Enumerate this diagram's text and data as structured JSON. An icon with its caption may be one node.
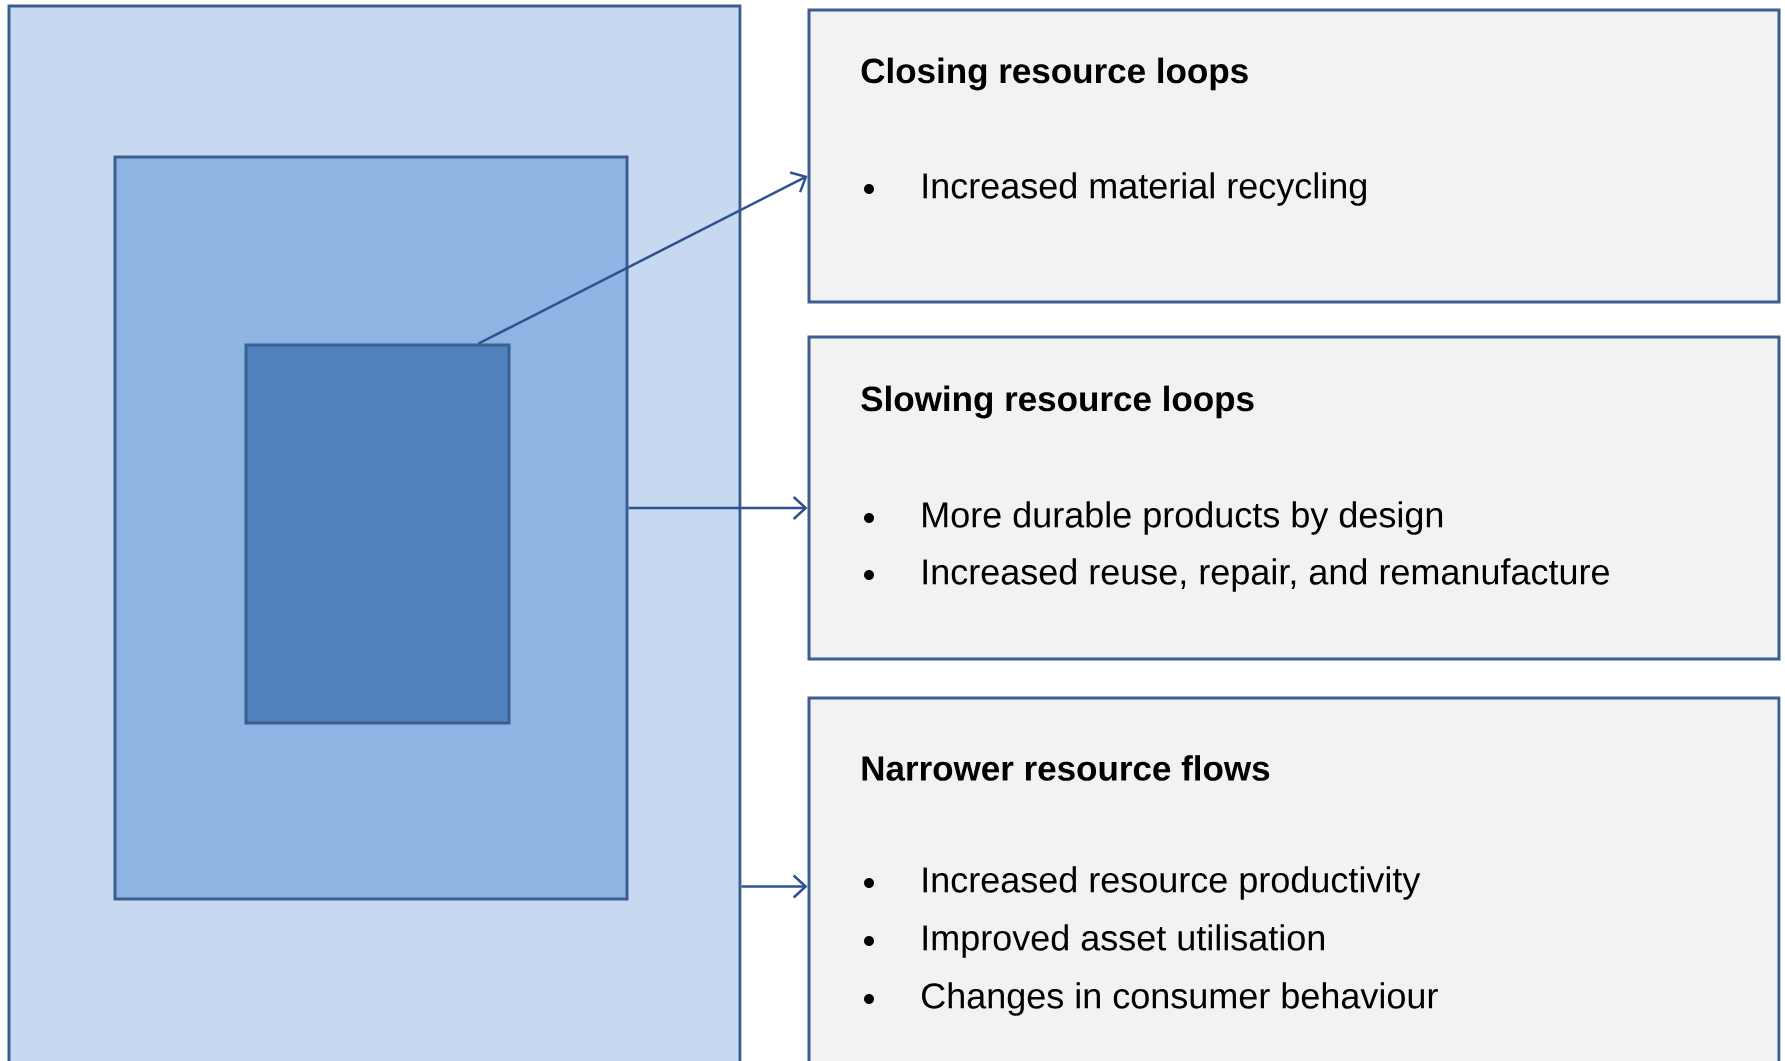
{
  "diagram": {
    "nodes": [
      {
        "text": [],
        "shape": "box"
      },
      {
        "text": [],
        "shape": "box",
        "in": 0
      },
      {
        "text": [],
        "shape": "box",
        "in": 1
      },
      {
        "text": [
          "Closing resource loops",
          "Increased material recycling"
        ]
      },
      {
        "text": [
          "Slowing resource loops",
          "More durable products by design",
          "Increased reuse, repair, and remanufacture"
        ]
      },
      {
        "text": [
          "Narrower resource flows",
          "Increased resource productivity",
          "Improved asset utilisation",
          "Changes in consumer behaviour"
        ]
      }
    ],
    "edges": [
      {
        "from": 2,
        "to": 3,
        "arrow": "to"
      },
      {
        "from": 1,
        "to": 4,
        "arrow": "to"
      },
      {
        "from": 0,
        "to": 5,
        "arrow": "to"
      }
    ]
  }
}
